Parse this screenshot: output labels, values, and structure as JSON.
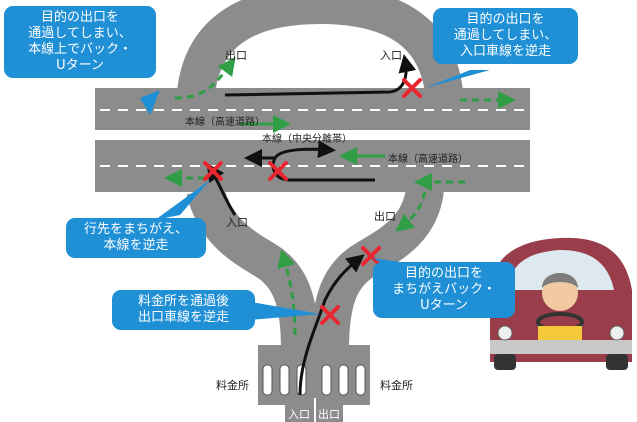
{
  "labels": {
    "exit_top": "出口",
    "entrance_top": "入口",
    "main_line_upper": "本線（高速道路）",
    "median": "本線（中央分離帯）",
    "main_line_lower": "本線（高速道路）",
    "entrance_left": "入口",
    "exit_right": "出口",
    "toll_left": "料金所",
    "toll_right": "料金所",
    "toll_entrance": "入口",
    "toll_exit": "出口"
  },
  "callouts": {
    "top_left": "目的の出口を\n通過してしまい、\n本線上でバック・\nUターン",
    "top_right": "目的の出口を\n通過してしまい、\n入口車線を逆走",
    "mid_left": "行先をまちがえ、\n本線を逆走",
    "bottom_left": "料金所を通過後\n出口車線を逆走",
    "right": "目的の出口を\nまちがえバック・\nUターン"
  },
  "colors": {
    "road": "#8c8c8c",
    "road_edge": "#6e6e6e",
    "callout": "#1f8fd6",
    "wrong_way_arrow": "#111111",
    "correct_arrow": "#2f9e44",
    "cross": "#e8262f",
    "car_body": "#9a3d4a"
  }
}
